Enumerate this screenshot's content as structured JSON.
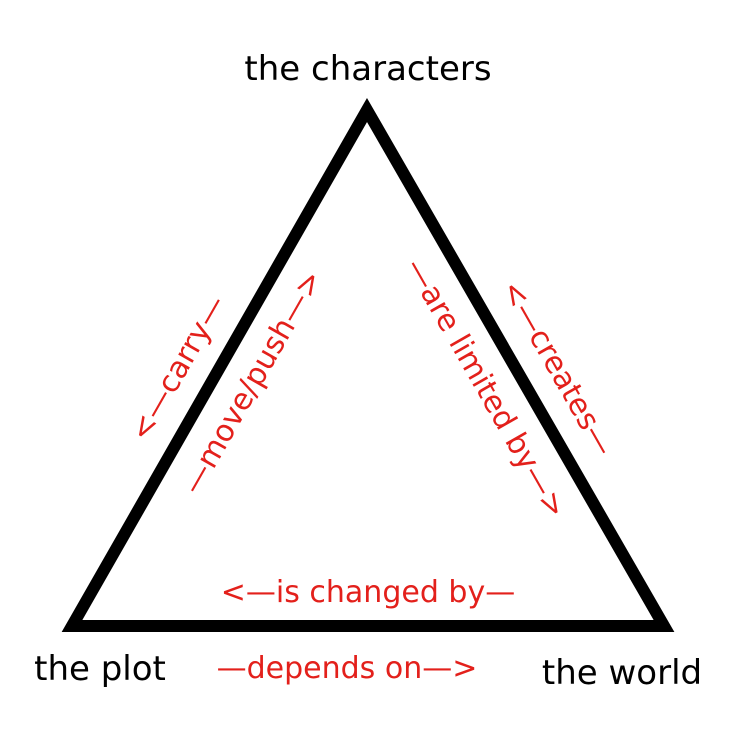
{
  "nodes": {
    "top": "the characters",
    "bottom_left": "the plot",
    "bottom_right": "the world"
  },
  "relations": {
    "carry": "<—carry—",
    "move_push": "—move/push—>",
    "are_limited_by": "—are limited by—>",
    "creates": "<—creates—",
    "is_changed_by": "<—is changed by—",
    "depends_on": "—depends on—>"
  },
  "colors": {
    "node": "#000000",
    "relation": "#e3201b",
    "triangle": "#000000"
  }
}
